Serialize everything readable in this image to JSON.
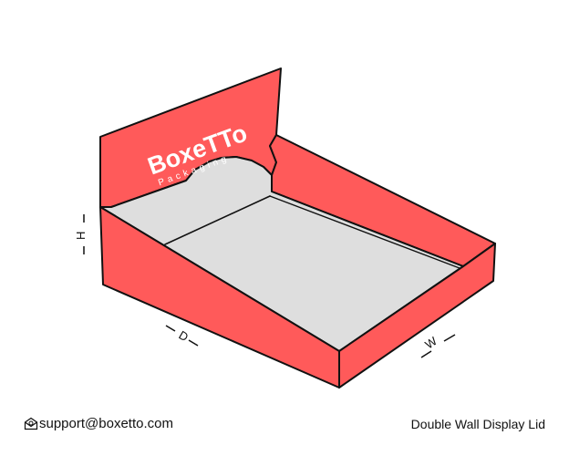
{
  "brand": {
    "name": "BoxeTTo",
    "tagline": "Packaging"
  },
  "dimensions": {
    "height": "H",
    "depth": "D",
    "width": "W"
  },
  "footer": {
    "email_icon": "email-at-icon",
    "email": "support@boxetto.com",
    "product": "Double Wall Display Lid"
  },
  "colors": {
    "box_red": "#ff5a5a",
    "inside_gray": "#dedede",
    "outline": "#111111",
    "brand_text": "#ffffff"
  }
}
